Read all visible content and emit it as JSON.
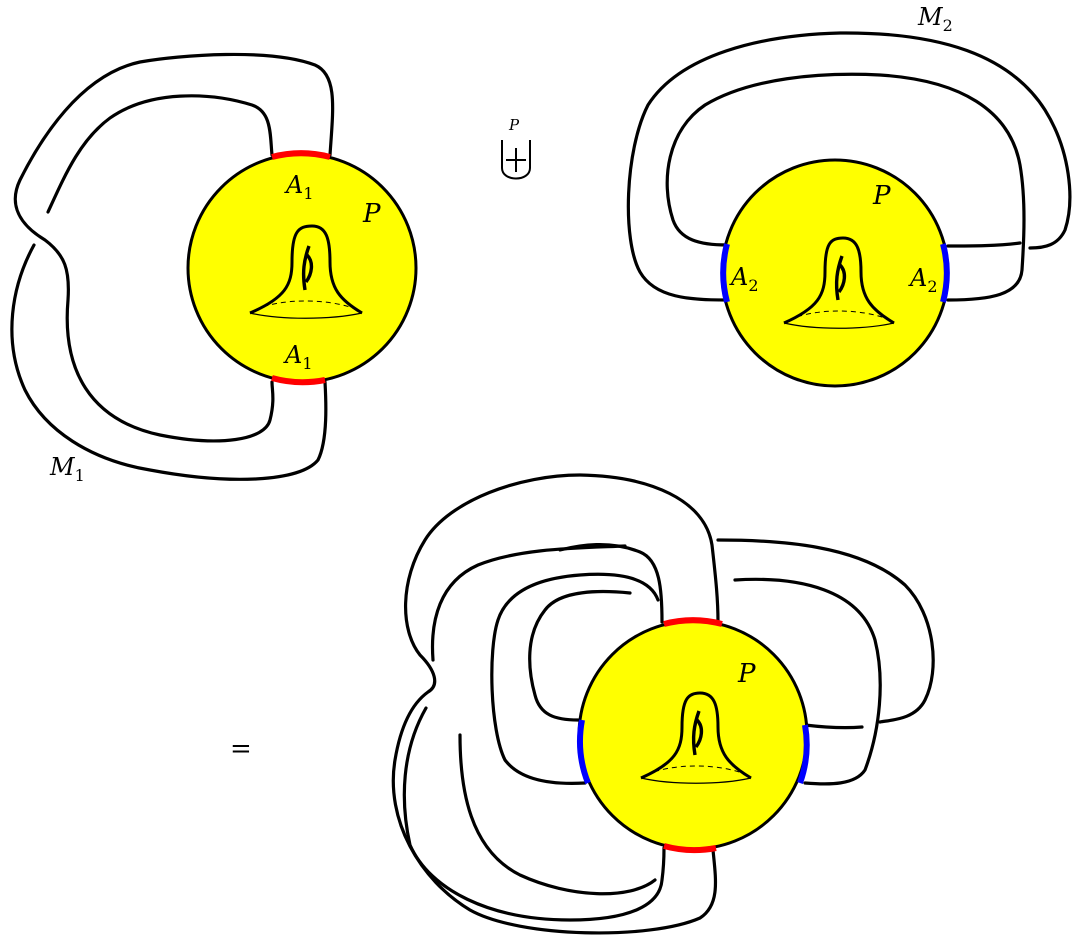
{
  "colors": {
    "disk_fill": "#ffff00",
    "arc_a1": "#ff0000",
    "arc_a2": "#0000ff",
    "stroke": "#000000"
  },
  "labels": {
    "m1": "M",
    "m1_sub": "1",
    "m2": "M",
    "m2_sub": "2",
    "p_top_left": "P",
    "p_top_right": "P",
    "p_bottom": "P",
    "a1_upper": "A",
    "a1_upper_sub": "1",
    "a1_lower": "A",
    "a1_lower_sub": "1",
    "a2_left": "A",
    "a2_left_sub": "2",
    "a2_right": "A",
    "a2_right_sub": "2",
    "operator_super": "P",
    "operator_symbol": "⨄",
    "equals": "="
  },
  "icons": {
    "bell": "genus-handle-bell-icon",
    "twist": "twisted-band-icon"
  }
}
